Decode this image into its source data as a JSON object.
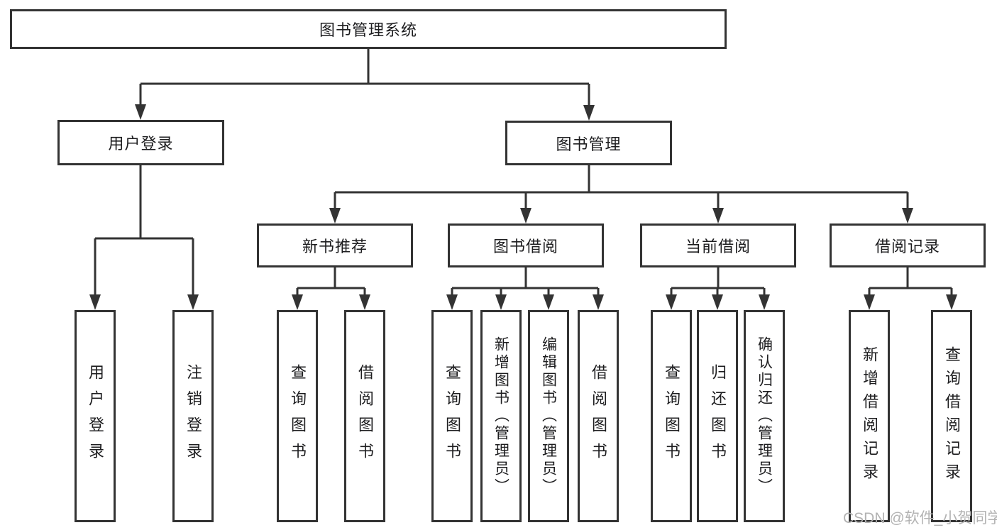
{
  "tree": {
    "root": {
      "label": "图书管理系统"
    },
    "branches": [
      {
        "label": "用户登录",
        "children": [
          {
            "label": "用户登录"
          },
          {
            "label": "注销登录"
          }
        ]
      },
      {
        "label": "图书管理",
        "children": [
          {
            "label": "新书推荐",
            "children": [
              {
                "label": "查询图书"
              },
              {
                "label": "借阅图书"
              }
            ]
          },
          {
            "label": "图书借阅",
            "children": [
              {
                "label": "查询图书"
              },
              {
                "label": "新增图书（管理员）"
              },
              {
                "label": "编辑图书（管理员）"
              },
              {
                "label": "借阅图书"
              }
            ]
          },
          {
            "label": "当前借阅",
            "children": [
              {
                "label": "查询图书"
              },
              {
                "label": "归还图书"
              },
              {
                "label": "确认归还（管理员）"
              }
            ]
          },
          {
            "label": "借阅记录",
            "children": [
              {
                "label": "新增借阅记录"
              },
              {
                "label": "查询借阅记录"
              }
            ]
          }
        ]
      }
    ]
  },
  "watermark": "CSDN @软件_小贺同学",
  "colors": {
    "line": "#333333",
    "box_background": "#ffffff",
    "text": "#1d1d1f",
    "watermark": "#b3b3b3"
  }
}
